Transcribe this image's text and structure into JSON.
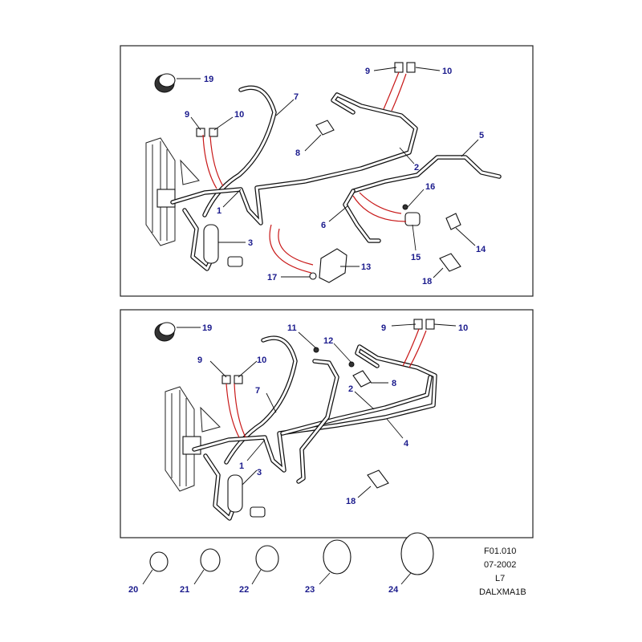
{
  "diagram_upper": {
    "labels": [
      "19",
      "7",
      "9",
      "10",
      "8",
      "5",
      "2",
      "9",
      "10",
      "16",
      "6",
      "1",
      "3",
      "15",
      "14",
      "13",
      "17",
      "18"
    ]
  },
  "diagram_lower": {
    "labels": [
      "19",
      "11",
      "12",
      "9",
      "10",
      "9",
      "10",
      "2",
      "8",
      "7",
      "4",
      "1",
      "3",
      "18"
    ]
  },
  "orings": {
    "labels": [
      "20",
      "21",
      "22",
      "23",
      "24"
    ]
  },
  "info": {
    "line1": "F01.010",
    "line2": "07-2002",
    "line3": "L7",
    "line4": "DALXMA1B"
  }
}
